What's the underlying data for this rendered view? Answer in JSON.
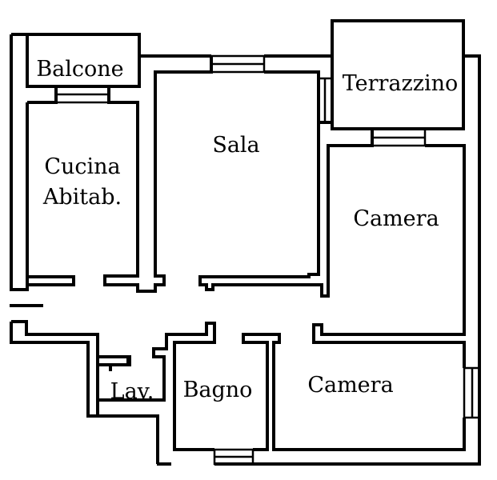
{
  "title": "Floor plan",
  "rooms": {
    "balcone": "Balcone",
    "terrazzino": "Terrazzino",
    "sala": "Sala",
    "cucina_line1": "Cucina",
    "cucina_line2": "Abitab.",
    "camera_top": "Camera",
    "camera_bottom": "Camera",
    "lavanderia": "Lav.",
    "bagno": "Bagno"
  },
  "colors": {
    "wall": "#000000",
    "background": "#ffffff"
  }
}
